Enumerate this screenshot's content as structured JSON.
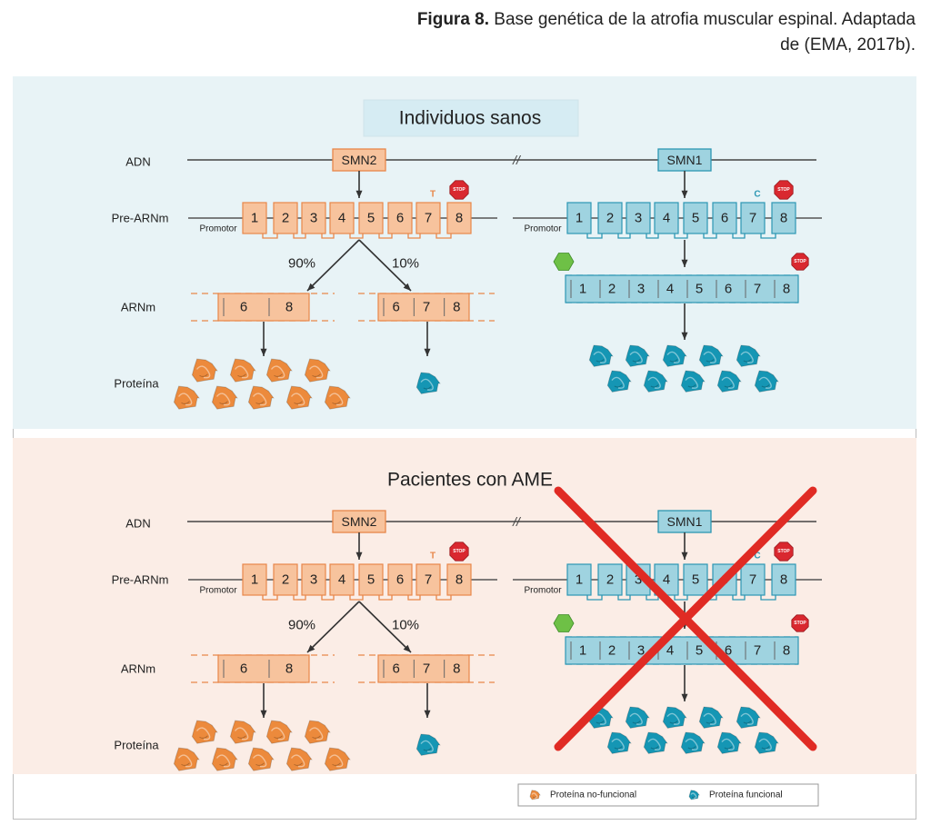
{
  "caption": {
    "label": "Figura 8.",
    "text": "Base genética de la atrofia muscular espinal. Adaptada de (EMA, 2017b)."
  },
  "labels": {
    "adn": "ADN",
    "pre_arnm": "Pre-ARNm",
    "arnm": "ARNm",
    "proteina": "Proteína",
    "promotor": "Promotor",
    "smn2": "SMN2",
    "smn1": "SMN1",
    "pct_90": "90%",
    "pct_10": "10%",
    "stop": "STOP",
    "base_t": "T",
    "base_c": "C"
  },
  "panels": [
    {
      "id": "healthy",
      "title": "Individuos sanos",
      "smn1_deleted": false
    },
    {
      "id": "patients",
      "title": "Pacientes con AME",
      "smn1_deleted": true
    }
  ],
  "exons": {
    "pre_arnm": [
      "1",
      "2",
      "3",
      "4",
      "5",
      "6",
      "7",
      "8"
    ],
    "arnm_90": [
      "6",
      "8"
    ],
    "arnm_10": [
      "6",
      "7",
      "8"
    ],
    "arnm_smn1": [
      "1",
      "2",
      "3",
      "4",
      "5",
      "6",
      "7",
      "8"
    ]
  },
  "legend": {
    "nonfunctional": "Proteína no-funcional",
    "functional": "Proteína funcional"
  },
  "colors": {
    "orange": "#f7c39d",
    "orange_stroke": "#e8874a",
    "protein_orange": "#ec8a3c",
    "blue": "#9fd3e0",
    "blue_stroke": "#2d97b3",
    "protein_blue": "#1596b4",
    "healthy_bg": "#e8f3f6",
    "patients_bg": "#fbede6",
    "cross": "#e02b24",
    "stop": "#d9282f",
    "start": "#6ec046"
  }
}
